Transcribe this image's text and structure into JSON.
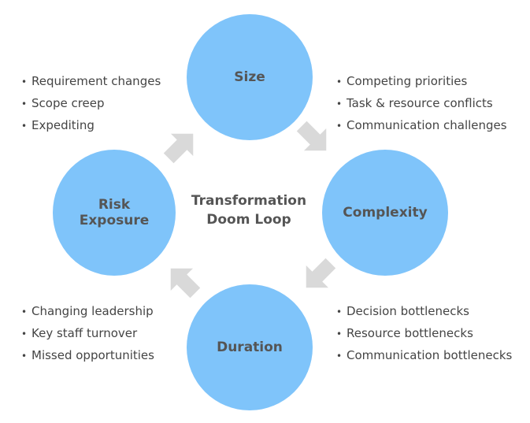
{
  "diagram": {
    "center_title": [
      "Transformation",
      "Doom Loop"
    ],
    "nodes": {
      "size": [
        "Size"
      ],
      "complexity": [
        "Complexity"
      ],
      "duration": [
        "Duration"
      ],
      "risk": [
        "Risk",
        "Exposure"
      ]
    },
    "lists": {
      "size_issues": [
        "Requirement changes",
        "Scope creep",
        "Expediting"
      ],
      "complexity_issues": [
        "Competing priorities",
        "Task & resource conflicts",
        "Communication challenges"
      ],
      "risk_issues": [
        "Changing leadership",
        "Key staff turnover",
        "Missed opportunities"
      ],
      "duration_issues": [
        "Decision bottlenecks",
        "Resource bottlenecks",
        "Communication bottlenecks"
      ]
    },
    "colors": {
      "circle": "#7fc4fa",
      "arrow": "#d9d9d9",
      "text": "#555555"
    }
  }
}
